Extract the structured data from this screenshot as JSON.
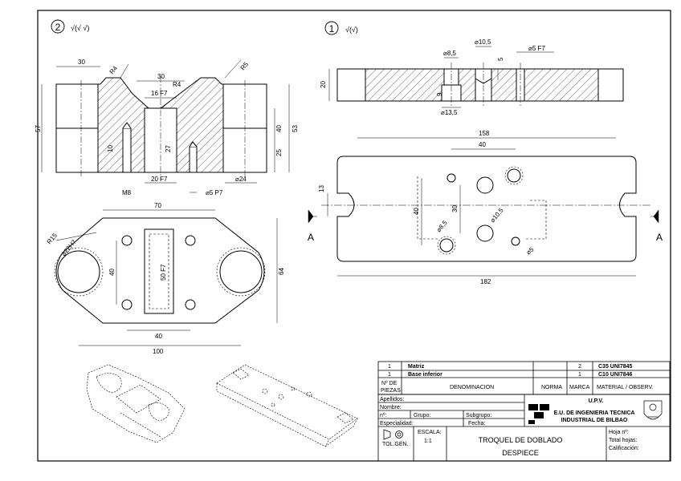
{
  "views": {
    "part2": {
      "number": "2",
      "finish": "√(√ √)"
    },
    "part1": {
      "number": "1",
      "finish": "√(√)"
    }
  },
  "dims_part2_front": {
    "d30a": "30",
    "r4a": "R4",
    "d30b": "30",
    "r4b": "R4",
    "d16f7": "16 F7",
    "d57": "57",
    "d53": "53",
    "d25": "25",
    "d40": "40",
    "d27": "27",
    "d20f7": "20 F7",
    "m8": "M8",
    "d5p7": "⌀5 P7",
    "d24": "⌀24",
    "d10": "10",
    "r5": "R5"
  },
  "dims_part2_top": {
    "d70": "70",
    "r15": "R15",
    "d22": "⌀22H7",
    "d40v": "40",
    "d50f7": "50 F7",
    "d64": "64",
    "d40h": "40",
    "d100": "100"
  },
  "dims_part1_section": {
    "d20": "20",
    "d85": "⌀8,5",
    "d105": "⌀10,5",
    "d5f7": "⌀5 F7",
    "d9": "9",
    "d135": "⌀13,5",
    "d5": "5"
  },
  "dims_part1_top": {
    "d158": "158",
    "d40": "40",
    "d13": "13",
    "d40v": "40",
    "d30": "30",
    "d85": "⌀8,5",
    "d105": "⌀10,5",
    "d5": "⌀5",
    "d182": "182",
    "secA": "A",
    "secA2": "A"
  },
  "parts_list": {
    "rows": [
      {
        "no": "1",
        "denom": "Matriz",
        "norma": "",
        "marca": "2",
        "material": "C35 UNI7845"
      },
      {
        "no": "1",
        "denom": "Base inferior",
        "norma": "",
        "marca": "1",
        "material": "C10 UNI7846"
      }
    ],
    "header": {
      "no1": "Nº DE",
      "no2": "PIEZAS",
      "denom": "DENOMINACION",
      "norma": "NORMA",
      "marca": "MARCA",
      "material": "MATERIAL / OBSERV."
    }
  },
  "title_block": {
    "apellidos": "Apellidos:",
    "nombre": "Nombre:",
    "n": "nº:",
    "grupo": "Grupo:",
    "subgrupo": "Subgrupo:",
    "especialidad": "Especialidad:",
    "fecha": "Fecha:",
    "upv": "U.P.V.",
    "school1": "E.U. DE INGENIERIA TECNICA",
    "school2": "INDUSTRIAL DE BILBAO",
    "tolgen": "TOL.GEN.",
    "escala_label": "ESCALA:",
    "escala": "1:1",
    "title": "TROQUEL DE DOBLADO",
    "subtitle": "DESPIECE",
    "hoja": "Hoja nº:",
    "total": "Total hojas:",
    "calif": "Calificación:"
  }
}
